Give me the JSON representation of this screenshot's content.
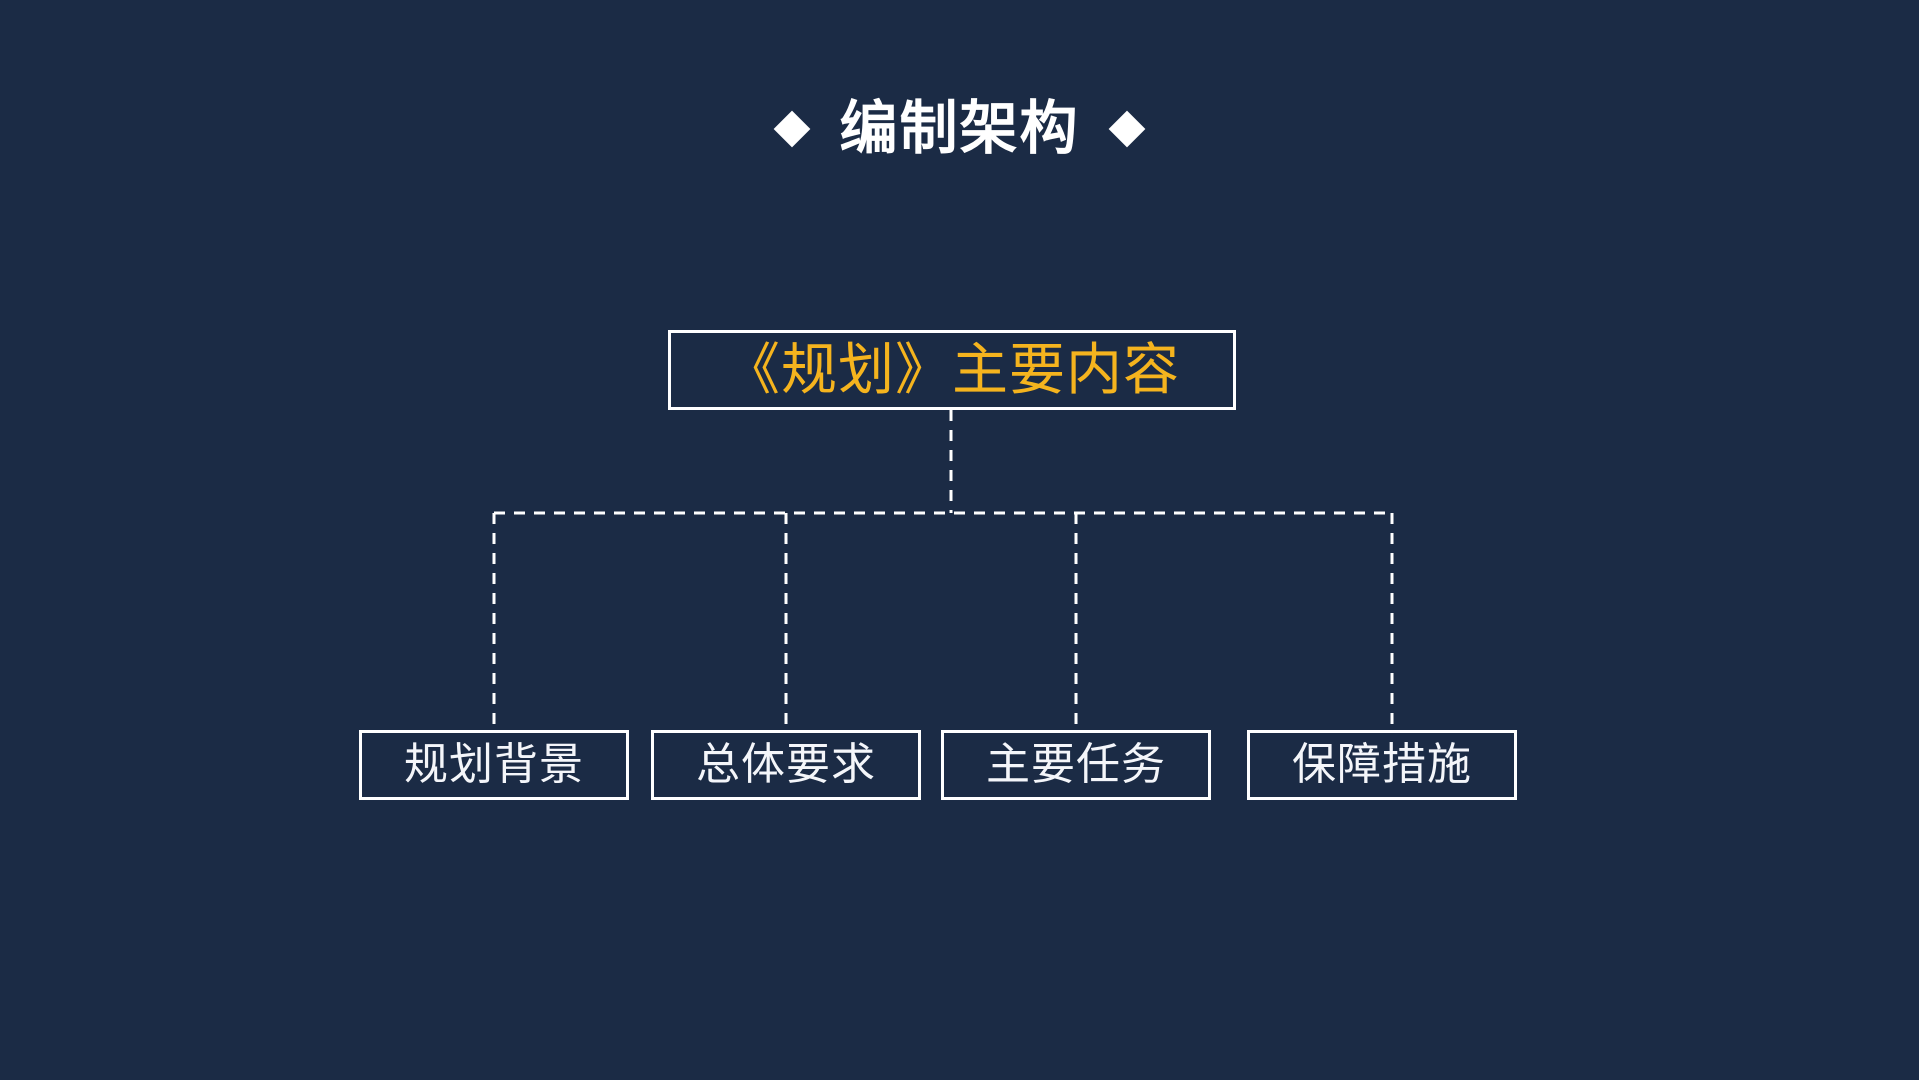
{
  "slide": {
    "background_color": "#1b2b45",
    "title": "编制架构",
    "title_color": "#ffffff",
    "bullet_left": "diamond",
    "bullet_right": "diamond"
  },
  "diagram": {
    "type": "tree",
    "accent_color": "#f5b41e",
    "line_color": "#ffffff",
    "line_style": "dashed",
    "root": {
      "label": "《规划》主要内容",
      "text_color": "#f5b41e",
      "border_color": "#ffffff"
    },
    "children": [
      {
        "label": "规划背景",
        "text_color": "#f4f6fa",
        "border_color": "#ffffff"
      },
      {
        "label": "总体要求",
        "text_color": "#f4f6fa",
        "border_color": "#ffffff"
      },
      {
        "label": "主要任务",
        "text_color": "#f4f6fa",
        "border_color": "#ffffff"
      },
      {
        "label": "保障措施",
        "text_color": "#f4f6fa",
        "border_color": "#ffffff"
      }
    ]
  }
}
